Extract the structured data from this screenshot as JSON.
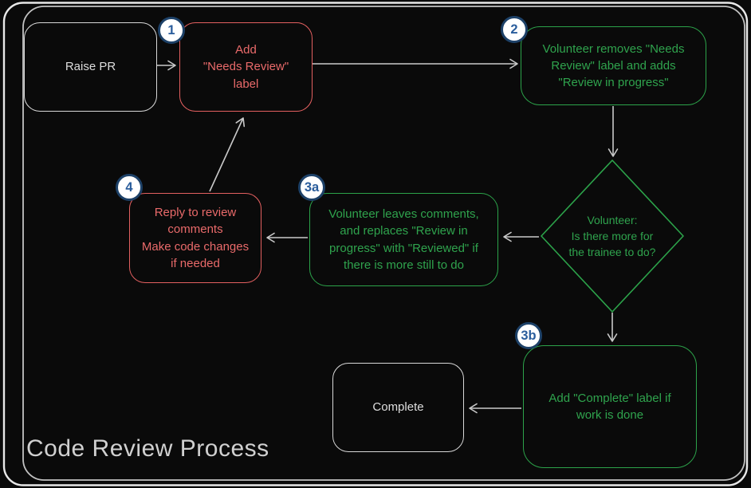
{
  "title": "Code Review Process",
  "colors": {
    "background": "#0a0a0a",
    "red_accent": "#e36060",
    "green_accent": "#2ca34a",
    "neutral_stroke": "#d8d8d8",
    "arrow": "#c9c9c9",
    "badge_fill": "#ffffff",
    "badge_border": "#1d4168",
    "badge_text": "#2a5d9c"
  },
  "nodes": {
    "raise_pr": {
      "label": "Raise PR"
    },
    "step1": {
      "badge": "1",
      "label": "Add\n\"Needs Review\"\nlabel"
    },
    "step2": {
      "badge": "2",
      "label": "Volunteer removes \"Needs\nReview\" label and adds\n\"Review in progress\""
    },
    "decision": {
      "label": "Volunteer:\nIs there more for\nthe trainee to do?"
    },
    "step3a": {
      "badge": "3a",
      "label": "Volunteer leaves comments,\nand replaces \"Review in\nprogress\" with \"Reviewed\" if\nthere is more still to do"
    },
    "step4": {
      "badge": "4",
      "label": "Reply to review\ncomments\nMake code changes\nif needed"
    },
    "step3b": {
      "badge": "3b",
      "label": "Add \"Complete\" label if\nwork is done"
    },
    "complete": {
      "label": "Complete"
    }
  }
}
